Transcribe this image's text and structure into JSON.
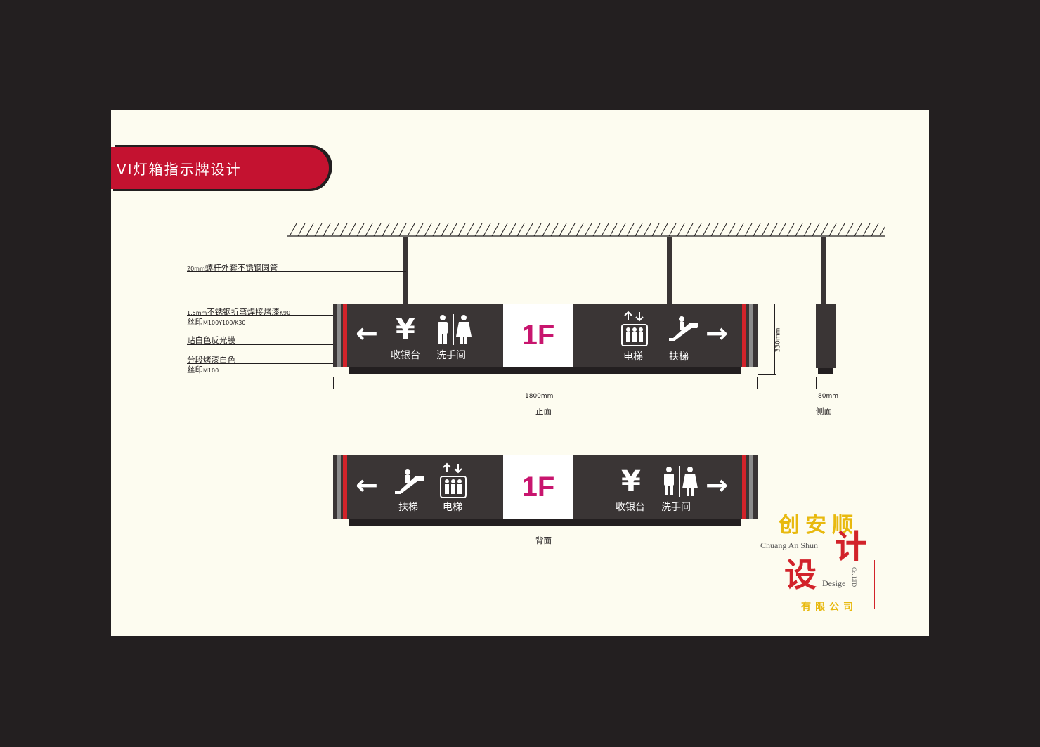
{
  "title": "VI灯箱指示牌设计",
  "notes": {
    "pipe_pre": "20mm",
    "pipe_text": "螺杆外套不锈钢圆管",
    "steel_pre": "1.5mm",
    "steel_text": "不锈钢折弯焊接烤漆",
    "steel_post": "K90",
    "print1_text": "丝印",
    "print1_post": "M100Y100/K30",
    "film": "贴白色反光膜",
    "paint": "分段烤漆白色",
    "print2_text": "丝印",
    "print2_post": "M100"
  },
  "dimensions": {
    "width": "1800mm",
    "height": "330mm",
    "depth": "80mm"
  },
  "views": {
    "front": "正面",
    "side": "侧面",
    "back": "背面"
  },
  "front_sign": {
    "floor": "1F",
    "cashier": "收银台",
    "restroom": "洗手间",
    "elevator": "电梯",
    "escalator": "扶梯",
    "yen": "¥",
    "arrow_left": "←",
    "arrow_right": "→"
  },
  "back_sign": {
    "floor": "1F",
    "escalator": "扶梯",
    "elevator": "电梯",
    "cashier": "收银台",
    "restroom": "洗手间",
    "yen": "¥",
    "arrow_left": "←",
    "arrow_right": "→"
  },
  "logo": {
    "chinese": "创安顺",
    "she": "设",
    "ji": "计",
    "english_line1": "Chuang An Shun",
    "english_line2": "Desige",
    "co": "Co.,LTD",
    "company": "有限公司"
  },
  "colors": {
    "brand_red": "#c41230",
    "sign_dark": "#3a3535",
    "magenta": "#c8156e",
    "logo_gold": "#e8b90f"
  }
}
